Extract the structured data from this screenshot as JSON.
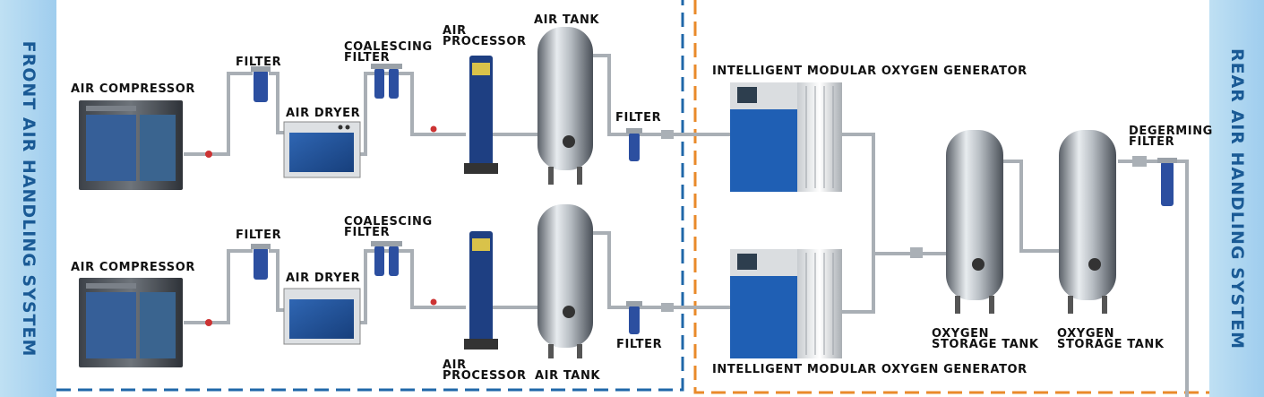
{
  "front_system": "FRONT AIR HANDLING SYSTEM",
  "rear_system": "REAR AIR HANDLING SYSTEM",
  "colors": {
    "front_border": "#1f67a8",
    "rear_border": "#e98a2a",
    "panel": "#a8d3f0",
    "panel_text": "#1a5a95"
  },
  "row1": {
    "air_compressor": "AIR COMPRESSOR",
    "filter": "FILTER",
    "air_dryer": "AIR DRYER",
    "coalescing_1": "COALESCING",
    "coalescing_2": "FILTER",
    "air_processor_1": "AIR",
    "air_processor_2": "PROCESSOR",
    "air_tank": "AIR TANK",
    "filter_2": "FILTER",
    "generator": "INTELLIGENT MODULAR OXYGEN GENERATOR"
  },
  "row2": {
    "air_compressor": "AIR COMPRESSOR",
    "filter": "FILTER",
    "air_dryer": "AIR DRYER",
    "coalescing_1": "COALESCING",
    "coalescing_2": "FILTER",
    "air_processor_1": "AIR",
    "air_processor_2": "PROCESSOR",
    "air_tank": "AIR TANK",
    "filter_2": "FILTER",
    "generator": "INTELLIGENT MODULAR OXYGEN GENERATOR"
  },
  "storage_1a": "OXYGEN",
  "storage_1b": "STORAGE TANK",
  "storage_2a": "OXYGEN",
  "storage_2b": "STORAGE TANK",
  "degerming_1": "DEGERMING",
  "degerming_2": "FILTER"
}
